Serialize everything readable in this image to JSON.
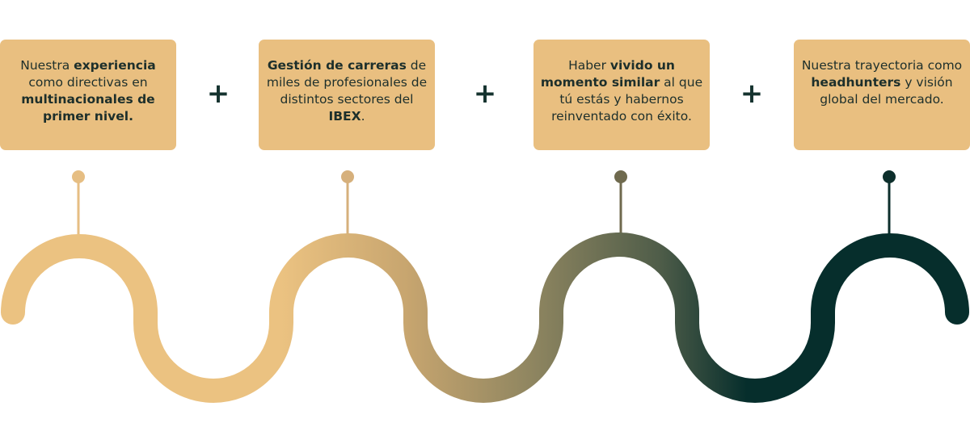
{
  "cards": [
    {
      "parts": [
        {
          "text": "Nuestra ",
          "bold": false
        },
        {
          "text": "experiencia",
          "bold": true
        },
        {
          "text": " como directivas en ",
          "bold": false
        },
        {
          "text": "multinacionales de primer nivel.",
          "bold": true
        }
      ]
    },
    {
      "parts": [
        {
          "text": "Gestión de carreras",
          "bold": true
        },
        {
          "text": " de miles de profesionales de distintos sectores del ",
          "bold": false
        },
        {
          "text": "IBEX",
          "bold": true
        },
        {
          "text": ".",
          "bold": false
        }
      ]
    },
    {
      "parts": [
        {
          "text": "Haber ",
          "bold": false
        },
        {
          "text": "vivido un momento similar",
          "bold": true
        },
        {
          "text": " al que tú estás y habernos reinventado con éxito.",
          "bold": false
        }
      ]
    },
    {
      "parts": [
        {
          "text": "Nuestra trayectoria como ",
          "bold": false
        },
        {
          "text": "headhunters",
          "bold": true
        },
        {
          "text": " y visión global del mercado.",
          "bold": false
        }
      ]
    }
  ],
  "separator_symbol": "+",
  "colors": {
    "card_background": "#e9bf80",
    "text": "#1d2f2b",
    "plus": "#15332f",
    "gradient_start": "#ebc281",
    "gradient_mid_1": "#c7a56f",
    "gradient_mid_2": "#8e8560",
    "gradient_mid_3": "#4f5d49",
    "gradient_end": "#062e2c",
    "pin_colors": [
      "#e6be83",
      "#d6b07c",
      "#6f6a4e",
      "#0d2f2c"
    ]
  }
}
